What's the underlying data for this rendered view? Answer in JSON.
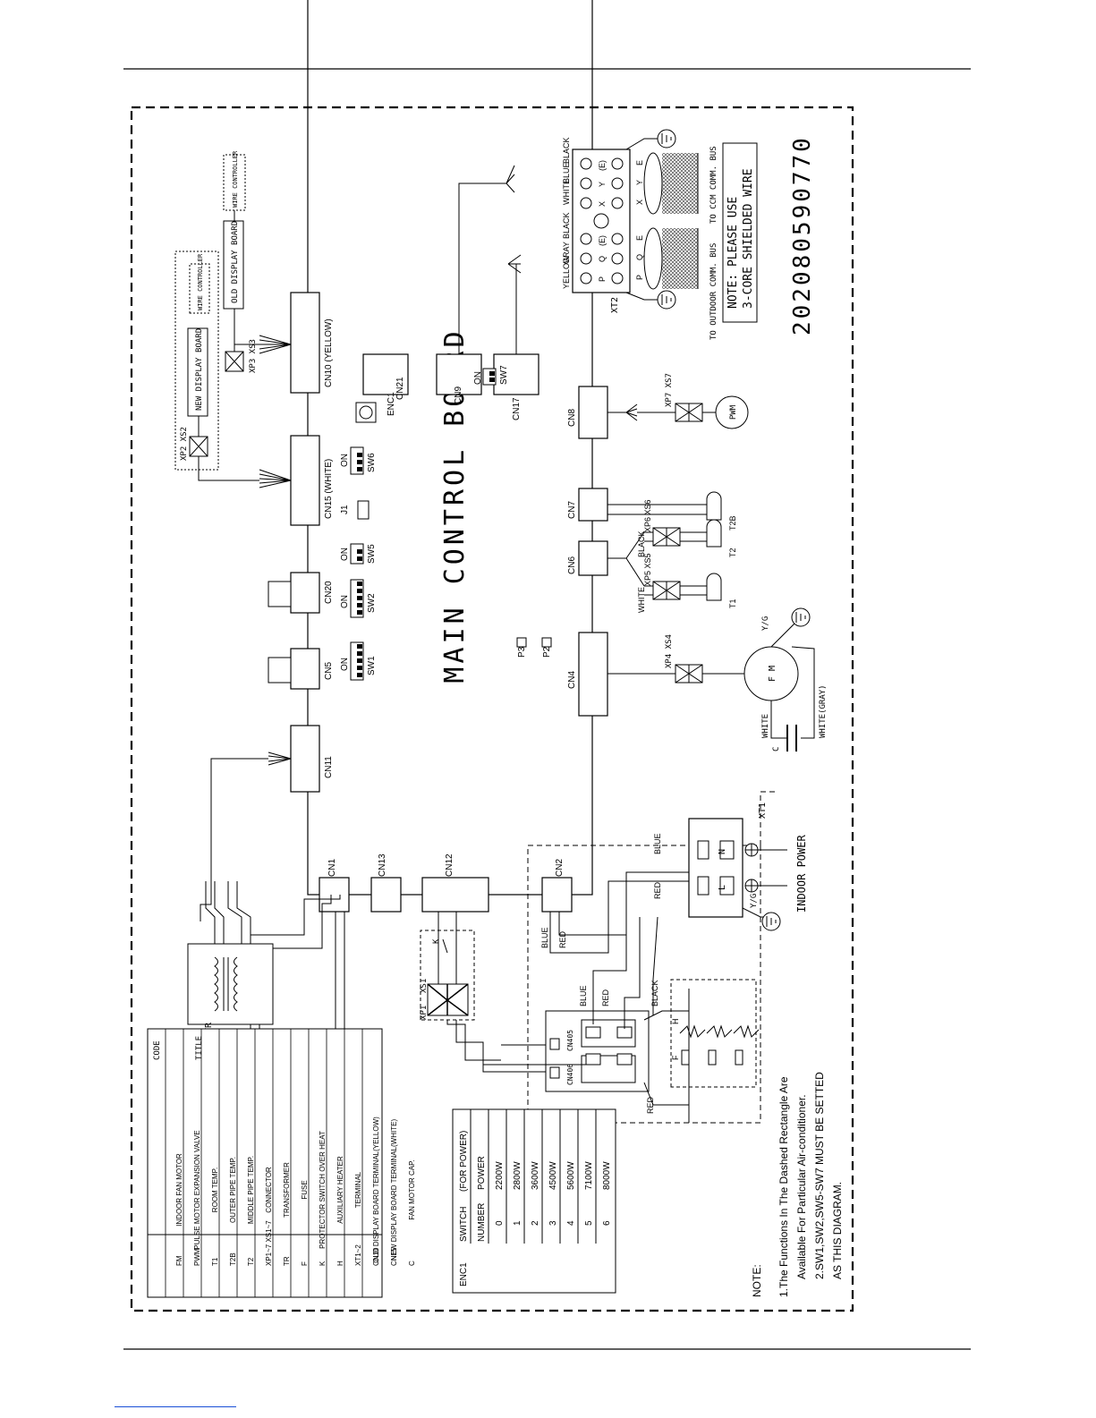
{
  "board": {
    "title": "MAIN CONTROL BOARD",
    "connectors": {
      "cn1": "CN1",
      "cn13": "CN13",
      "cn12": "CN12",
      "cn2": "CN2",
      "cn11": "CN11",
      "cn5": "CN5",
      "cn20": "CN20",
      "cn15": "CN15 (WHITE)",
      "cn10": "CN10 (YELLOW)",
      "cn21": "CN21",
      "cn9": "CN9",
      "cn17": "CN17",
      "cn8": "CN8",
      "cn7": "CN7",
      "cn6": "CN6",
      "cn4": "CN4"
    },
    "switches": {
      "sw1": "SW1",
      "sw2": "SW2",
      "sw5": "SW5",
      "sw6": "SW6",
      "sw7": "SW7",
      "on": "ON"
    },
    "jumpers": {
      "j1": "J1",
      "p3": "P3",
      "p2": "P2",
      "enc1": "ENC1"
    }
  },
  "display": {
    "new_board": "NEW DISPLAY BOARD",
    "old_board": "OLD DISPLAY BOARD",
    "wire_controller": "WIRE CONTROLLER",
    "xp2": "XP2 XS2",
    "xp3": "XP3 XS3"
  },
  "terminal_xt2": {
    "label": "XT2",
    "left_wires": [
      "YELLOW",
      "GRAY",
      "BLACK"
    ],
    "right_wires": [
      "WHITE",
      "BLUE",
      "BLACK"
    ],
    "left_terms": [
      "P",
      "Q",
      "(E)"
    ],
    "right_terms": [
      "X",
      "Y",
      "(E)"
    ],
    "left_terms_bottom": [
      "P",
      "Q",
      "E"
    ],
    "right_terms_bottom": [
      "X",
      "Y",
      "E"
    ],
    "to_outdoor": "TO OUTDOOR COMM. BUS",
    "to_ccm": "TO CCM COMM. BUS",
    "note_line1": "NOTE:  PLEASE USE",
    "note_line2": "3-CORE SHIELDED WIRE",
    "doc_number": "202080590770"
  },
  "components": {
    "pwm": "PWM",
    "xp7": "XP7 XS7",
    "xp6": "XP6 XS6",
    "xp5": "XP5 XS5",
    "xp4": "XP4 XS4",
    "t2b": "T2B",
    "t2": "T2",
    "t1": "T1",
    "black": "BLACK",
    "white": "WHITE",
    "fm": "F M",
    "yg": "Y/G",
    "white_motor": "WHITE",
    "white_gray": "WHITE(GRAY)",
    "cap": "C",
    "tr": "TR",
    "xp1": "XP1",
    "xs1": "XS1",
    "k": "K",
    "cn405": "CN405",
    "cn406": "CN406",
    "blue": "BLUE",
    "red": "RED",
    "h": "H",
    "f": "F"
  },
  "power": {
    "xt1": "XT1",
    "n": "N",
    "l": "L",
    "yg": "Y/G",
    "indoor_power": "INDOOR  POWER",
    "blue": "BLUE",
    "red": "RED"
  },
  "code_table": {
    "headers": [
      "CODE",
      "TITLE"
    ],
    "rows": [
      [
        "FM",
        "INDOOR FAN MOTOR"
      ],
      [
        "PWM",
        "PULSE MOTOR EXPANSION VALVE"
      ],
      [
        "T1",
        "ROOM TEMP."
      ],
      [
        "T2B",
        "OUTER PIPE TEMP."
      ],
      [
        "T2",
        "MIDDLE PIPE TEMP."
      ],
      [
        "XP1~7 XS1~7",
        "CONNECTOR"
      ],
      [
        "TR",
        "TRANSFORMER"
      ],
      [
        "F",
        "FUSE"
      ],
      [
        "K",
        "PROTECTOR SWITCH OVER HEAT"
      ],
      [
        "H",
        "AUXILIARY HEATER"
      ],
      [
        "XT1~2",
        "TERMINAL"
      ],
      [
        "CN10",
        "OLD DISPLAY BOARD TERMINAL(YELLOW)"
      ],
      [
        "CN15",
        "NEW DISPLAY BOARD TERMINAL(WHITE)"
      ],
      [
        "C",
        "FAN MOTOR CAP."
      ]
    ]
  },
  "enc_table": {
    "label": "ENC1",
    "header_switch": "SWITCH",
    "header_for": "(FOR  POWER)",
    "header_number": "NUMBER",
    "header_power": "POWER",
    "rows": [
      [
        "0",
        "2200W"
      ],
      [
        "1",
        "2800W"
      ],
      [
        "2",
        "3600W"
      ],
      [
        "3",
        "4500W"
      ],
      [
        "4",
        "5600W"
      ],
      [
        "5",
        "7100W"
      ],
      [
        "6",
        "8000W"
      ]
    ]
  },
  "notes": {
    "title": "NOTE:",
    "line1": "1.The Functions In The Dashed Rectangle Are",
    "line2": "Available For Particular Air-conditioner.",
    "line3": "2.SW1,SW2,SW5-SW7 MUST BE SETTED",
    "line4": "AS THIS DIAGRAM."
  },
  "colors": {
    "ink": "#000000",
    "link": "#1a4fd6",
    "hatch": "#555555"
  }
}
